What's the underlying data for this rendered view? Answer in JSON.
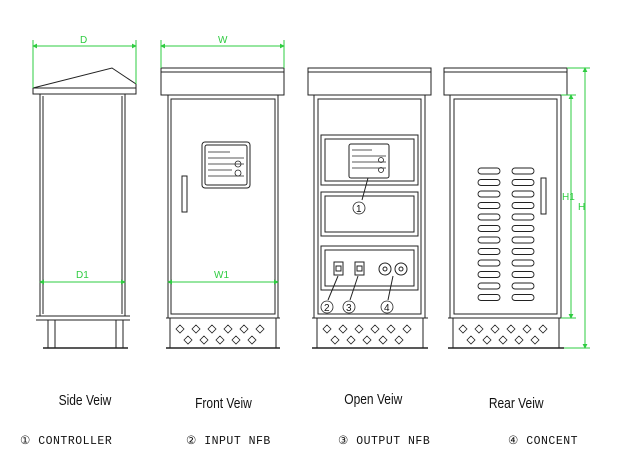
{
  "views": {
    "side": "Side Veiw",
    "front": "Front Veiw",
    "open": "Open Veiw",
    "rear": "Rear Veiw"
  },
  "dimensions": {
    "d": "D",
    "w": "W",
    "d1": "D1",
    "w1": "W1",
    "h1": "H1",
    "h": "H"
  },
  "markers": [
    "1",
    "2",
    "3",
    "4"
  ],
  "legend": [
    {
      "mark": "①",
      "text": "CONTROLLER"
    },
    {
      "mark": "②",
      "text": "INPUT NFB"
    },
    {
      "mark": "③",
      "text": "OUTPUT NFB"
    },
    {
      "mark": "④",
      "text": "CONCENT"
    }
  ],
  "colors": {
    "dimension": "#2ecc40",
    "line": "#222222"
  }
}
